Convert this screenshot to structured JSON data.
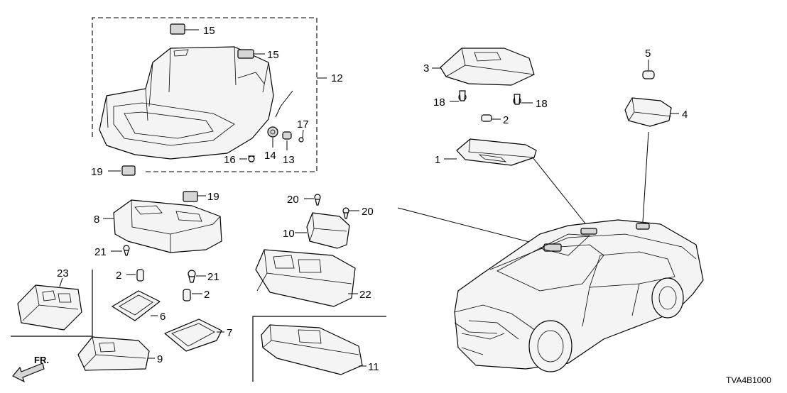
{
  "diagram": {
    "id": "TVA4B1000",
    "direction_label": "FR.",
    "callouts": {
      "c1": "1",
      "c2a": "2",
      "c2b": "2",
      "c2c": "2",
      "c3": "3",
      "c4": "4",
      "c5": "5",
      "c6": "6",
      "c7": "7",
      "c8": "8",
      "c9": "9",
      "c10": "10",
      "c11": "11",
      "c12": "12",
      "c13": "13",
      "c14": "14",
      "c15a": "15",
      "c15b": "15",
      "c16": "16",
      "c17": "17",
      "c18a": "18",
      "c18b": "18",
      "c19a": "19",
      "c19b": "19",
      "c20a": "20",
      "c20b": "20",
      "c21a": "21",
      "c21b": "21",
      "c22": "22",
      "c23": "23"
    }
  }
}
